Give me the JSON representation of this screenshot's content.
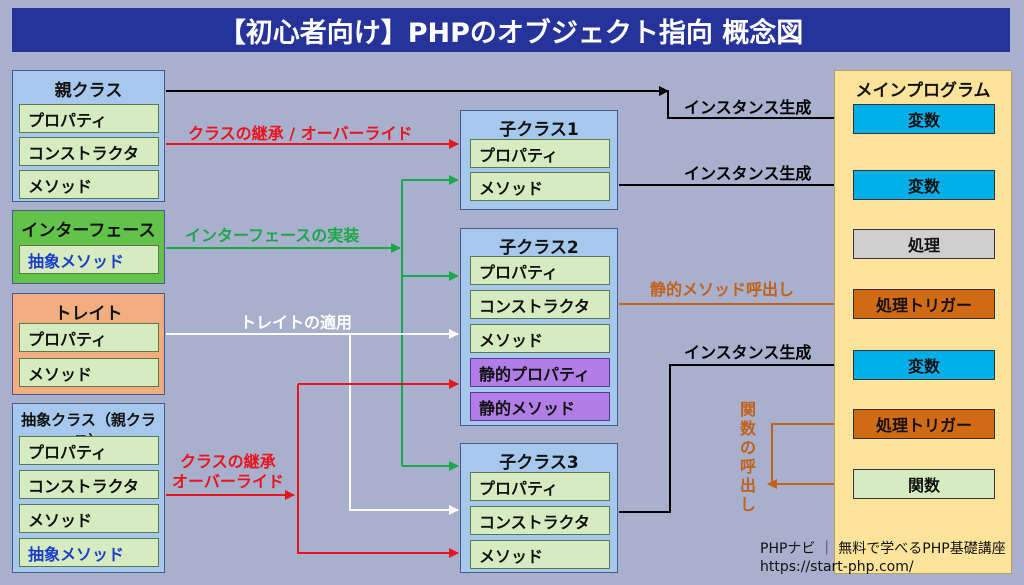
{
  "title": "【初心者向け】PHPのオブジェクト指向 概念図",
  "parent_class": {
    "title": "親クラス",
    "items": [
      "プロパティ",
      "コンストラクタ",
      "メソッド"
    ]
  },
  "interface": {
    "title": "インターフェース",
    "items": [
      "抽象メソッド"
    ]
  },
  "trait": {
    "title": "トレイト",
    "items": [
      "プロパティ",
      "メソッド"
    ]
  },
  "abstract_class": {
    "title": "抽象クラス（親クラス）",
    "items": [
      "プロパティ",
      "コンストラクタ",
      "メソッド",
      "抽象メソッド"
    ]
  },
  "child1": {
    "title": "子クラス1",
    "items": [
      "プロパティ",
      "メソッド"
    ]
  },
  "child2": {
    "title": "子クラス2",
    "items": [
      "プロパティ",
      "コンストラクタ",
      "メソッド",
      "静的プロパティ",
      "静的メソッド"
    ]
  },
  "child3": {
    "title": "子クラス3",
    "items": [
      "プロパティ",
      "コンストラクタ",
      "メソッド"
    ]
  },
  "main": {
    "title": "メインプログラム",
    "items": [
      "変数",
      "変数",
      "処理",
      "処理トリガー",
      "変数",
      "処理トリガー",
      "関数"
    ]
  },
  "labels": {
    "inherit_override": "クラスの継承 / オーバーライド",
    "implement": "インターフェースの実装",
    "trait_apply": "トレイトの適用",
    "inherit2_line1": "クラスの継承",
    "inherit2_line2": "オーバーライド",
    "instance1": "インスタンス生成",
    "instance2": "インスタンス生成",
    "instance3": "インスタンス生成",
    "static_call": "静的メソッド呼出し",
    "func_call": "関数の呼出し"
  },
  "credit": {
    "line1": "PHPナビ ｜ 無料で学べるPHP基礎講座",
    "line2": "https://start-php.com/"
  },
  "colors": {
    "inherit": "#e8141e",
    "interface": "#1aa84a",
    "trait": "#ffffff",
    "instance": "#000000",
    "call": "#c0621a"
  }
}
